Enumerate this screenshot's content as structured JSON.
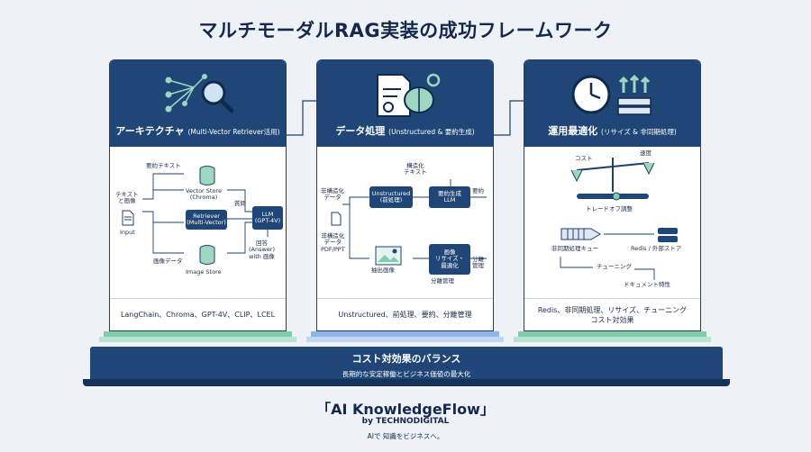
{
  "title": "マルチモーダルRAG実装の成功フレームワーク",
  "pillars": [
    {
      "title": "アーキテクチャ",
      "subtitle": "(Multi-Vector Retriever活用)",
      "footer": "LangChain、Chroma、GPT-4V、CLIP、LCEL",
      "labels": {
        "summary_text": "要約テキスト",
        "text_image": "テキスト\nと画像",
        "input": "Input",
        "vector_store": "Vector Store\n(Chroma)",
        "retriever": "Retriever\n(Multi-Vector)",
        "question": "質問",
        "llm": "LLM\n(GPT-4V)",
        "answer": "回答\n(Answer)\nwith 画像",
        "image_data": "画像データ",
        "image_store": "Image Store"
      }
    },
    {
      "title": "データ処理",
      "subtitle": "(Unstructured & 要約生成)",
      "footer": "Unstructured、前処理、要約、分離管理",
      "labels": {
        "structured_text": "構造化\nテキスト",
        "unstructured_data": "非構造化\nデータ",
        "unstructured_pre": "Unstructured\n(前処理)",
        "summary_llm": "要約生成\nLLM",
        "summary": "要約",
        "pdf": "非構造化\nデータ\nPDF/PPT",
        "extract_image": "抽出画像",
        "image_resize": "画像\nリサイズ・\n最適化",
        "split_mgmt": "分離管理",
        "split_mgmt_side": "分離\n管理"
      }
    },
    {
      "title": "運用最適化",
      "subtitle": "(リサイズ & 非同期処理)",
      "footer": "Redis、非同期処理、リサイズ、チューニング\nコスト対効果",
      "labels": {
        "cost": "コスト",
        "speed": "速度",
        "tradeoff": "トレードオフ調整",
        "async_queue": "非同期処理キュー",
        "redis": "Redis / 外部ストア",
        "tuning": "チューニング",
        "doc_props": "ドキュメント特性"
      }
    }
  ],
  "base": {
    "title": "コスト対効果のバランス",
    "subtitle": "長期的な安定稼働とビジネス価値の最大化"
  },
  "brand": {
    "name": "「AI KnowledgeFlow」",
    "by": "by TECHNODIGITAL",
    "tagline": "AIで 知識をビジネスへ。"
  },
  "colors": {
    "navy": "#1f4676",
    "teal_step": "#7fcfae",
    "blue_step": "#8fb4e8"
  },
  "icons": [
    "network-search-icon",
    "document-brain-gear-icon",
    "clock-server-icon"
  ]
}
